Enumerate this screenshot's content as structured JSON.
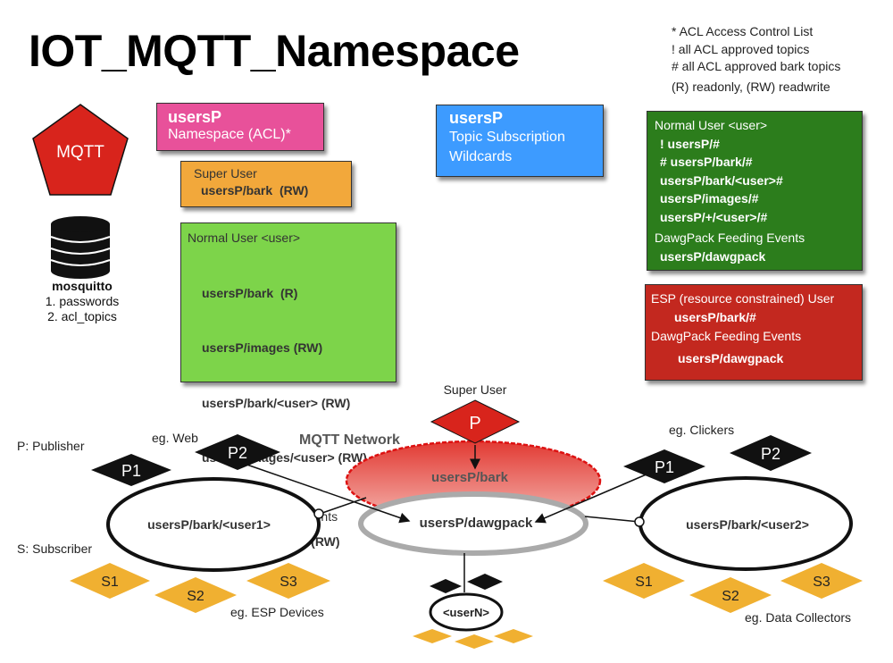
{
  "title": "IOT_MQTT_Namespace",
  "legend": [
    "* ACL Access Control List",
    "! all ACL approved topics",
    "# all ACL approved bark topics",
    "(R) readonly, (RW) readwrite"
  ],
  "mqtt_badge": "MQTT",
  "mosquitto": {
    "name": "mosquitto",
    "items": [
      "1. passwords",
      "2. acl_topics"
    ]
  },
  "namespace_box": {
    "title": "usersP",
    "subtitle": "Namespace (ACL)*"
  },
  "super_user_box": {
    "title": "Super User",
    "topic": "usersP/bark  (RW)"
  },
  "normal_acl_box": {
    "title": "Normal User <user>",
    "topics": [
      "usersP/bark  (R)",
      "usersP/images (RW)",
      "usersP/bark/<user> (RW)",
      "usersP/images/<user> (RW)"
    ],
    "events_title": "DawgPack Feeding Events",
    "events_topic": "usersP/dawgpack (RW)"
  },
  "wildcard_box": {
    "title": "usersP",
    "line1": "Topic Subscription",
    "line2": "Wildcards"
  },
  "normal_sub_box": {
    "title": "Normal User <user>",
    "topics": [
      "! usersP/#",
      "# usersP/bark/#",
      "usersP/bark/<user>#",
      "usersP/images/#",
      "usersP/+/<user>/#"
    ],
    "events_title": "DawgPack Feeding Events",
    "events_topic": "usersP/dawgpack"
  },
  "esp_box": {
    "title": "ESP (resource constrained) User",
    "topic": "usersP/bark/#",
    "events_title": "DawgPack Feeding Events",
    "events_topic": "usersP/dawgpack"
  },
  "network": {
    "label": "MQTT Network",
    "super_user_label": "Super User",
    "super_publisher": "P",
    "top_topic": "usersP/bark",
    "bottom_topic": "usersP/dawgpack"
  },
  "left_group": {
    "publisher_legend": "P: Publisher",
    "subscriber_legend": "S: Subscriber",
    "web_label": "eg. Web",
    "p1": "P1",
    "p2": "P2",
    "topic": "usersP/bark/<user1>",
    "subscribers": [
      "S1",
      "S2",
      "S3"
    ],
    "devices_label": "eg. ESP Devices"
  },
  "right_group": {
    "clickers_label": "eg. Clickers",
    "p1": "P1",
    "p2": "P2",
    "topic": "usersP/bark/<user2>",
    "subscribers": [
      "S1",
      "S2",
      "S3"
    ],
    "collectors_label": "eg. Data Collectors"
  },
  "userN": "<userN>",
  "colors": {
    "pink": "#e8519a",
    "orange": "#f2a83b",
    "lightgreen": "#7dd44a",
    "blue": "#3d9bff",
    "darkgreen": "#2c7d1c",
    "darkred": "#c3281f",
    "red": "#d8241c",
    "diamond": "#f0b031"
  }
}
